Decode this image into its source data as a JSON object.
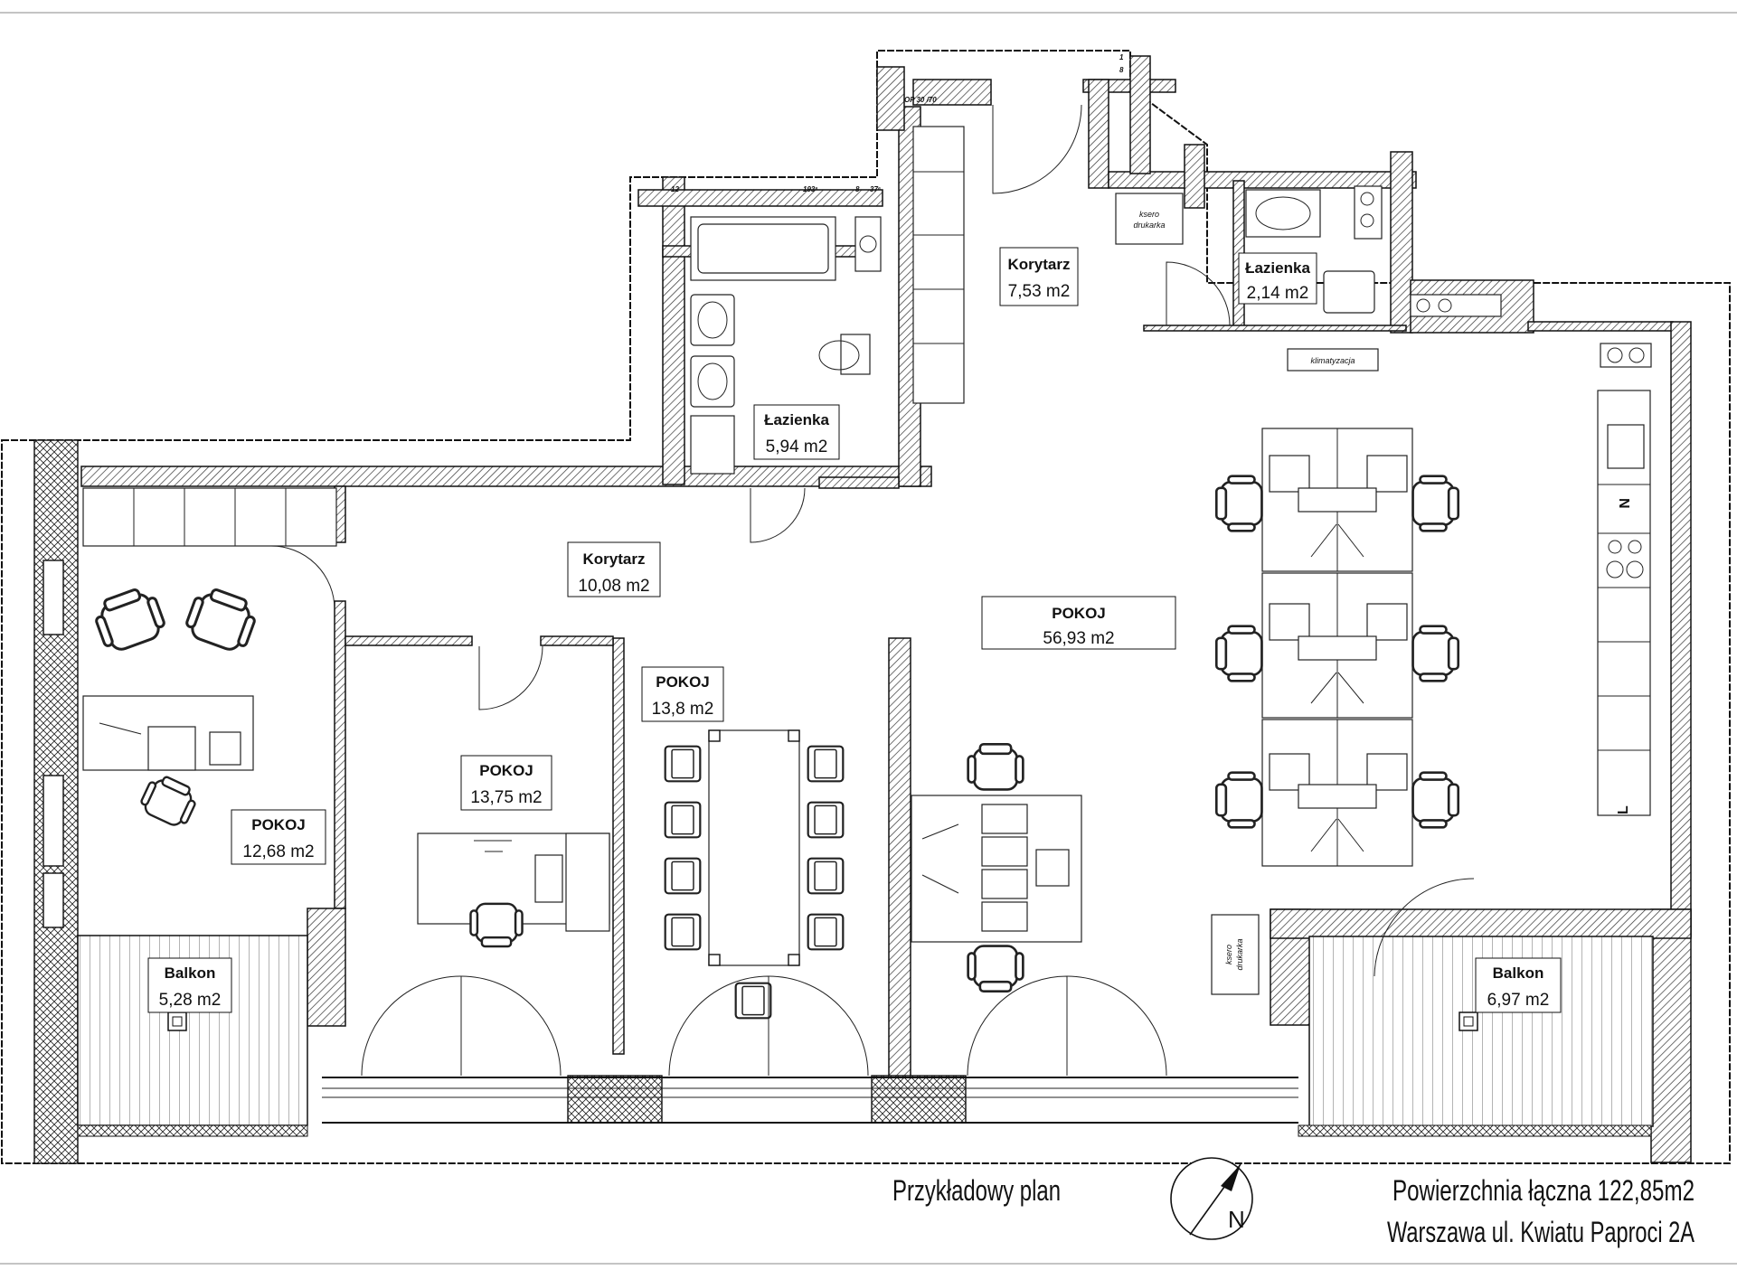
{
  "rooms": {
    "korytarz_top": {
      "name": "Korytarz",
      "area": "7,53  m2"
    },
    "lazienka_small": {
      "name": "Łazienka",
      "area": "2,14  m2"
    },
    "lazienka_mid": {
      "name": "Łazienka",
      "area": "5,94  m2"
    },
    "korytarz_main": {
      "name": "Korytarz",
      "area": "10,08  m2"
    },
    "pokoj_big": {
      "name": "POKOJ",
      "area": "56,93  m2"
    },
    "pokoj_conf": {
      "name": "POKOJ",
      "area": "13,8  m2"
    },
    "pokoj_mid": {
      "name": "POKOJ",
      "area": "13,75  m2"
    },
    "pokoj_left": {
      "name": "POKOJ",
      "area": "12,68  m2"
    },
    "balkon_left": {
      "name": "Balkon",
      "area": "5,28  m2"
    },
    "balkon_right": {
      "name": "Balkon",
      "area": "6,97  m2"
    }
  },
  "labels": {
    "ksero_top": [
      "ksero",
      "drukarka"
    ],
    "ksero_bottom": [
      "ksero",
      "drukarka"
    ],
    "klimatyzacja": "klimatyzacja",
    "door_rating": "OP 30 /70",
    "dim_12": "12",
    "dim_193": "193⁶",
    "dim_8": "8",
    "dim_37": "37⁶",
    "dim_1": "1",
    "dim_8b": "8",
    "kitchen_n": "N",
    "kitchen_l": "L"
  },
  "footer": {
    "example": "Przykładowy plan",
    "total_area": "Powierzchnia łączna  122,85m2",
    "address": "Warszawa ul. Kwiatu Paproci 2A",
    "compass_letter": "N"
  }
}
